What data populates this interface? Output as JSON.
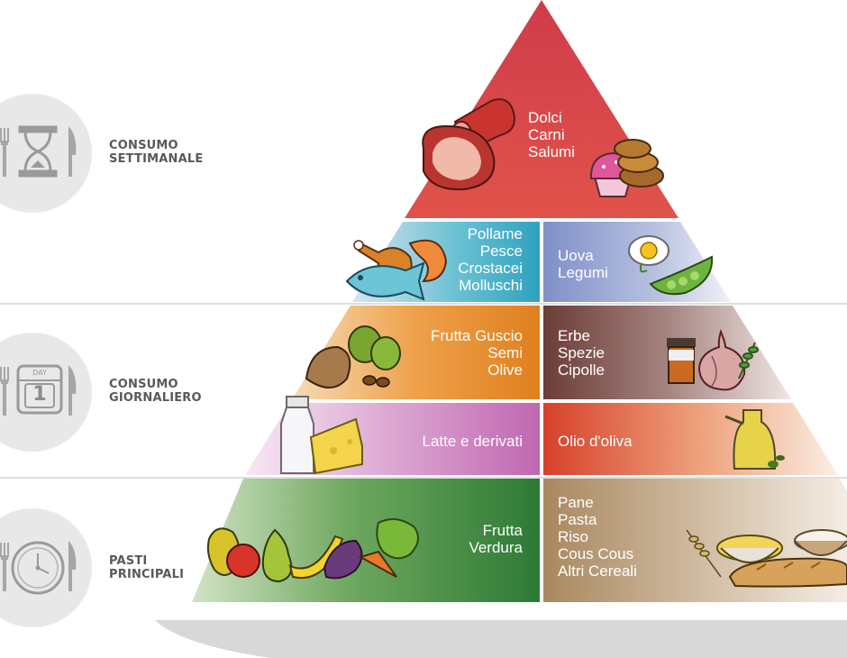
{
  "colors": {
    "apex": "#d7424a",
    "protein": "#4fb4c9",
    "eggs": "#8f9fcf",
    "nuts": "#e58c2b",
    "herbs": "#7a4a43",
    "dairy": "#c67cb6",
    "oil": "#d9512a",
    "fruitveg": "#3d8a3b",
    "cereals": "#b0926c",
    "divider": "#d9d9d9",
    "sidecircle": "#e9e9e9",
    "sideicon": "#9a9a9a",
    "labeltext": "#58595b",
    "base": "#d6d6d6"
  },
  "side": {
    "weekly": {
      "icon": "hourglass-icon",
      "line1": "CONSUMO",
      "line2": "SETTIMANALE"
    },
    "daily": {
      "icon": "calendar-icon",
      "line1": "CONSUMO",
      "line2": "GIORNALIERO",
      "calendar_month": "DAY",
      "calendar_day": "1"
    },
    "meals": {
      "icon": "clock-icon",
      "line1": "PASTI",
      "line2": "PRINCIPALI"
    }
  },
  "tiers": {
    "apex": {
      "items": [
        "Dolci",
        "Carni",
        "Salumi"
      ],
      "icons": [
        "salami-icon",
        "steak-icon",
        "cupcake-icon",
        "cookies-icon"
      ]
    },
    "protein": {
      "items": [
        "Pollame",
        "Pesce",
        "Crostacei",
        "Molluschi"
      ],
      "icons": [
        "chicken-leg-icon",
        "shrimp-icon",
        "fish-icon"
      ]
    },
    "eggs": {
      "items": [
        "Uova",
        "Legumi"
      ],
      "icons": [
        "egg-icon",
        "pea-pod-icon"
      ]
    },
    "nuts": {
      "items": [
        "Frutta Guscio",
        "Semi",
        "Olive"
      ],
      "icons": [
        "almond-icon",
        "olives-icon",
        "seeds-icon"
      ]
    },
    "herbs": {
      "items": [
        "Erbe",
        "Spezie",
        "Cipolle"
      ],
      "icons": [
        "spice-jar-icon",
        "onion-icon",
        "herb-sprig-icon"
      ]
    },
    "dairy": {
      "items": [
        "Latte e derivati"
      ],
      "icons": [
        "milk-bottle-icon",
        "cheese-icon"
      ]
    },
    "oil": {
      "items": [
        "Olio d'oliva"
      ],
      "icons": [
        "oil-jug-icon"
      ]
    },
    "fruitveg": {
      "items": [
        "Frutta",
        "Verdura"
      ],
      "icons": [
        "pepper-icon",
        "pear-icon",
        "banana-icon",
        "eggplant-icon",
        "carrot-icon",
        "lettuce-icon"
      ]
    },
    "cereals": {
      "items": [
        "Pane",
        "Pasta",
        "Riso",
        "Cous Cous",
        "Altri Cereali"
      ],
      "icons": [
        "wheat-icon",
        "pasta-bowl-icon",
        "rice-bowl-icon",
        "bread-icon"
      ]
    }
  }
}
